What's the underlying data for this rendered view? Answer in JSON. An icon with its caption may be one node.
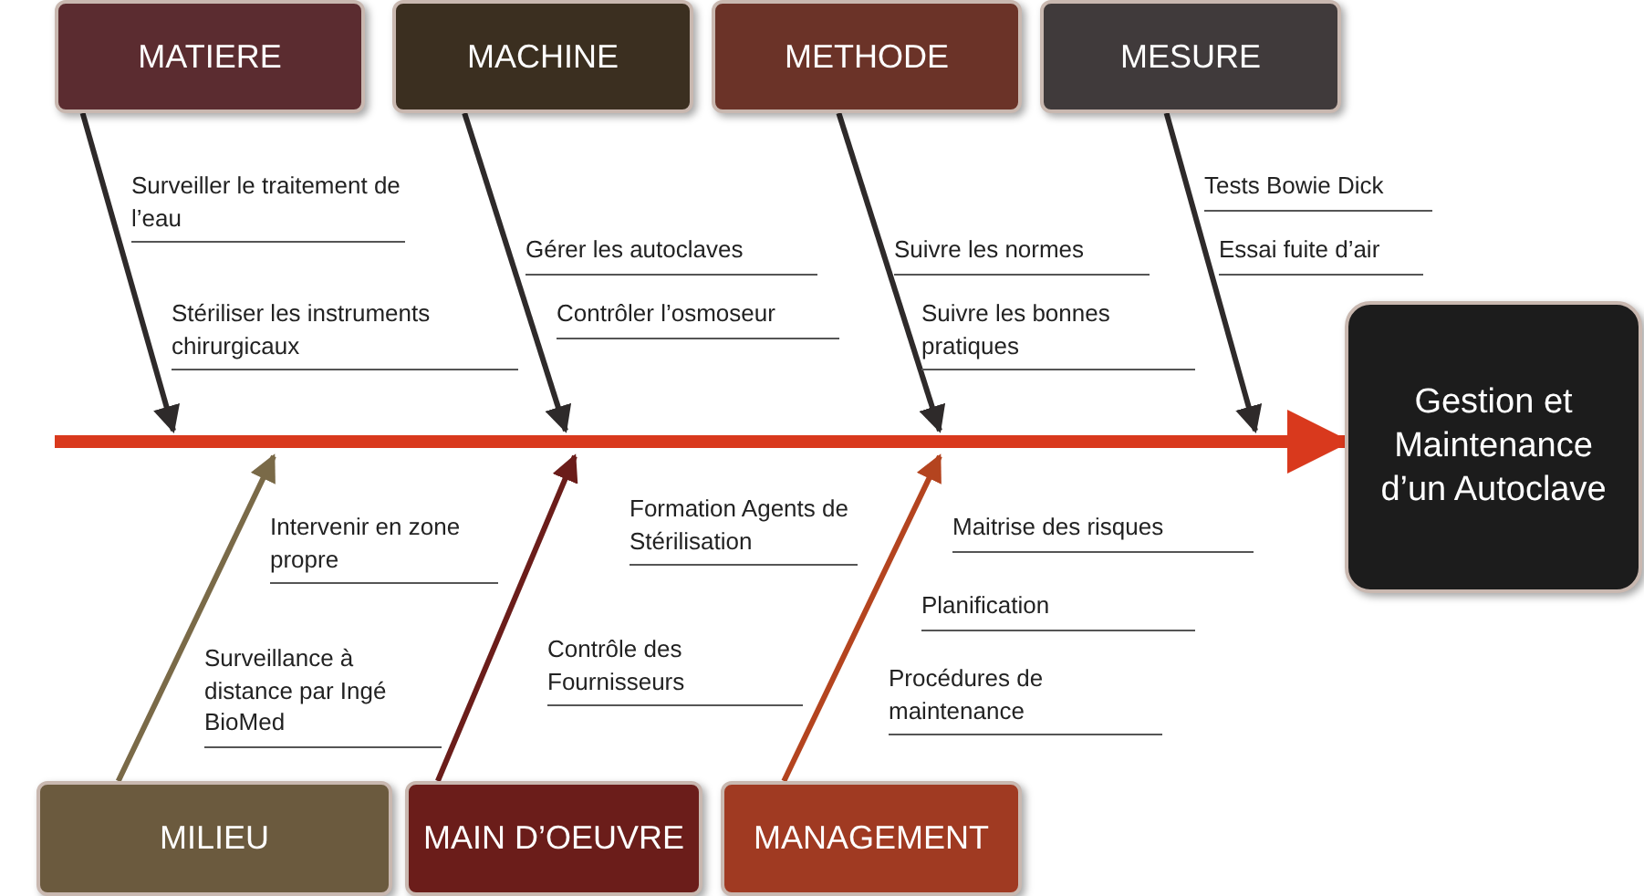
{
  "diagram": {
    "nodes": [
      {
        "text": [
          "MATIERE"
        ],
        "beside": [
          "Surveiller le traitement de l’eau",
          "Stériliser les instruments chirurgicaux"
        ]
      },
      {
        "text": [
          "MACHINE"
        ],
        "beside": [
          "Gérer les autoclaves",
          "Contrôler l’osmoseur"
        ]
      },
      {
        "text": [
          "METHODE"
        ],
        "beside": [
          "Suivre les normes",
          "Suivre les bonnes pratiques"
        ]
      },
      {
        "text": [
          "MESURE"
        ],
        "beside": [
          "Tests Bowie Dick",
          "Essai fuite d’air"
        ]
      },
      {
        "text": [
          "MILIEU"
        ],
        "beside": [
          "Intervenir en zone propre",
          "Surveillance à distance par Ingé BioMed"
        ]
      },
      {
        "text": [
          "MAIN D’OEUVRE"
        ],
        "beside": [
          "Formation Agents de Stérilisation",
          "Contrôle des Fournisseurs"
        ]
      },
      {
        "text": [
          "MANAGEMENT"
        ],
        "beside": [
          "Maitrise des risques",
          "Planification",
          "Procédures de maintenance"
        ]
      },
      {
        "text": [
          "Gestion et Maintenance d’un Autoclave"
        ]
      }
    ],
    "edges": [
      {
        "from": 0,
        "to": null,
        "arrow": "to",
        "color": "#2e2a2a"
      },
      {
        "from": 1,
        "to": null,
        "arrow": "to",
        "color": "#2e2a2a"
      },
      {
        "from": 2,
        "to": null,
        "arrow": "to",
        "color": "#2e2a2a"
      },
      {
        "from": 3,
        "to": null,
        "arrow": "to",
        "color": "#2e2a2a"
      },
      {
        "from": 4,
        "to": null,
        "arrow": "to",
        "color": "#7a6a48"
      },
      {
        "from": 5,
        "to": null,
        "arrow": "to",
        "color": "#6b1d1a"
      },
      {
        "from": 6,
        "to": null,
        "arrow": "to",
        "color": "#b4441f"
      },
      {
        "from": null,
        "to": 7,
        "arrow": "to",
        "style": "thick",
        "color": "#d9391d"
      }
    ]
  }
}
